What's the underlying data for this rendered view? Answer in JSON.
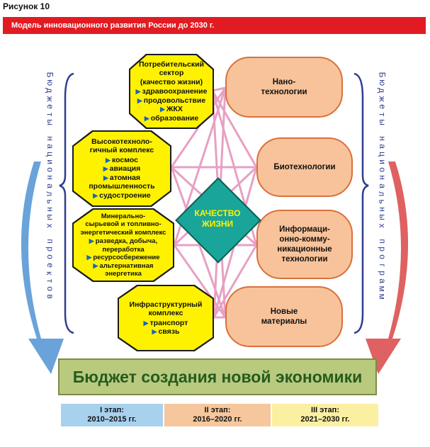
{
  "figure_label": "Рисунок 10",
  "title": "Модель инновационного развития России до 2030 г.",
  "left_vertical": "Бюджеты национальных проектов",
  "right_vertical": "Бюджеты национальных программ",
  "center": "КАЧЕСТВО\nЖИЗНИ",
  "sectors": [
    {
      "title_lines": [
        "Потребительский",
        "сектор",
        "(качество жизни)"
      ],
      "items": [
        "здравоохранение",
        "продовольствие",
        "ЖКХ",
        "образование"
      ]
    },
    {
      "title_lines": [
        "Высокотехноло-",
        "гичный комплекс"
      ],
      "items": [
        "космос",
        "авиация",
        "атомная",
        "промышленность",
        "судостроение"
      ],
      "item_arrows": [
        true,
        true,
        true,
        false,
        true
      ]
    },
    {
      "title_lines": [
        "Минерально-",
        "сырьевой и топливно-",
        "энергетический комплекс"
      ],
      "items": [
        "разведка, добыча, переработка",
        "ресурсосбережение",
        "альтернативная",
        "энергетика"
      ],
      "item_arrows": [
        true,
        true,
        true,
        false
      ]
    },
    {
      "title_lines": [
        "Инфраструктурный",
        "комплекс"
      ],
      "items": [
        "транспорт",
        "связь"
      ]
    }
  ],
  "technologies": [
    "Нано-\nтехнологии",
    "Биотехнологии",
    "Информаци-\nонно-комму-\nникационные\nтехнологии",
    "Новые\nматериалы"
  ],
  "budget_bar": "Бюджет создания новой экономики",
  "stages": [
    {
      "name": "I этап:",
      "years": "2010–2015 гг.",
      "color": "#a8d1ee"
    },
    {
      "name": "II этап:",
      "years": "2016–2020 гг.",
      "color": "#f6c79c"
    },
    {
      "name": "III этап:",
      "years": "2021–2030 гг.",
      "color": "#fbf0a2"
    }
  ],
  "colors": {
    "title_bg": "#e21b22",
    "sector_fill": "#fff200",
    "tech_fill": "#f8c39a",
    "diamond": "#1aa59a",
    "left_arrow": "#4f93d2",
    "right_arrow": "#d94545",
    "links": "#e8a0c4"
  }
}
